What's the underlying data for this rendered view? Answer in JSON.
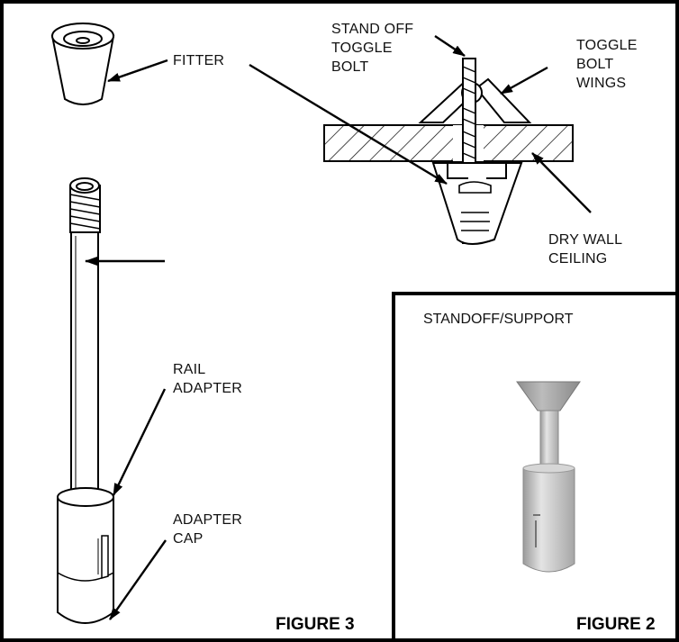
{
  "labels": {
    "fitter": "FITTER",
    "stand_off_toggle_bolt": [
      "STAND OFF",
      "TOGGLE",
      "BOLT"
    ],
    "toggle_bolt_wings": [
      "TOGGLE",
      "BOLT",
      "WINGS"
    ],
    "dry_wall_ceiling": [
      "DRY WALL",
      "CEILING"
    ],
    "rail_adapter": [
      "RAIL",
      "ADAPTER"
    ],
    "adapter_cap": [
      "ADAPTER",
      "CAP"
    ]
  },
  "figure3": {
    "caption": "FIGURE 3"
  },
  "figure2": {
    "title": "STANDOFF/SUPPORT",
    "caption": "FIGURE 2"
  },
  "colors": {
    "line": "#000000",
    "part_fill": "#ffffff",
    "support_fill": "#c8c8c8"
  }
}
